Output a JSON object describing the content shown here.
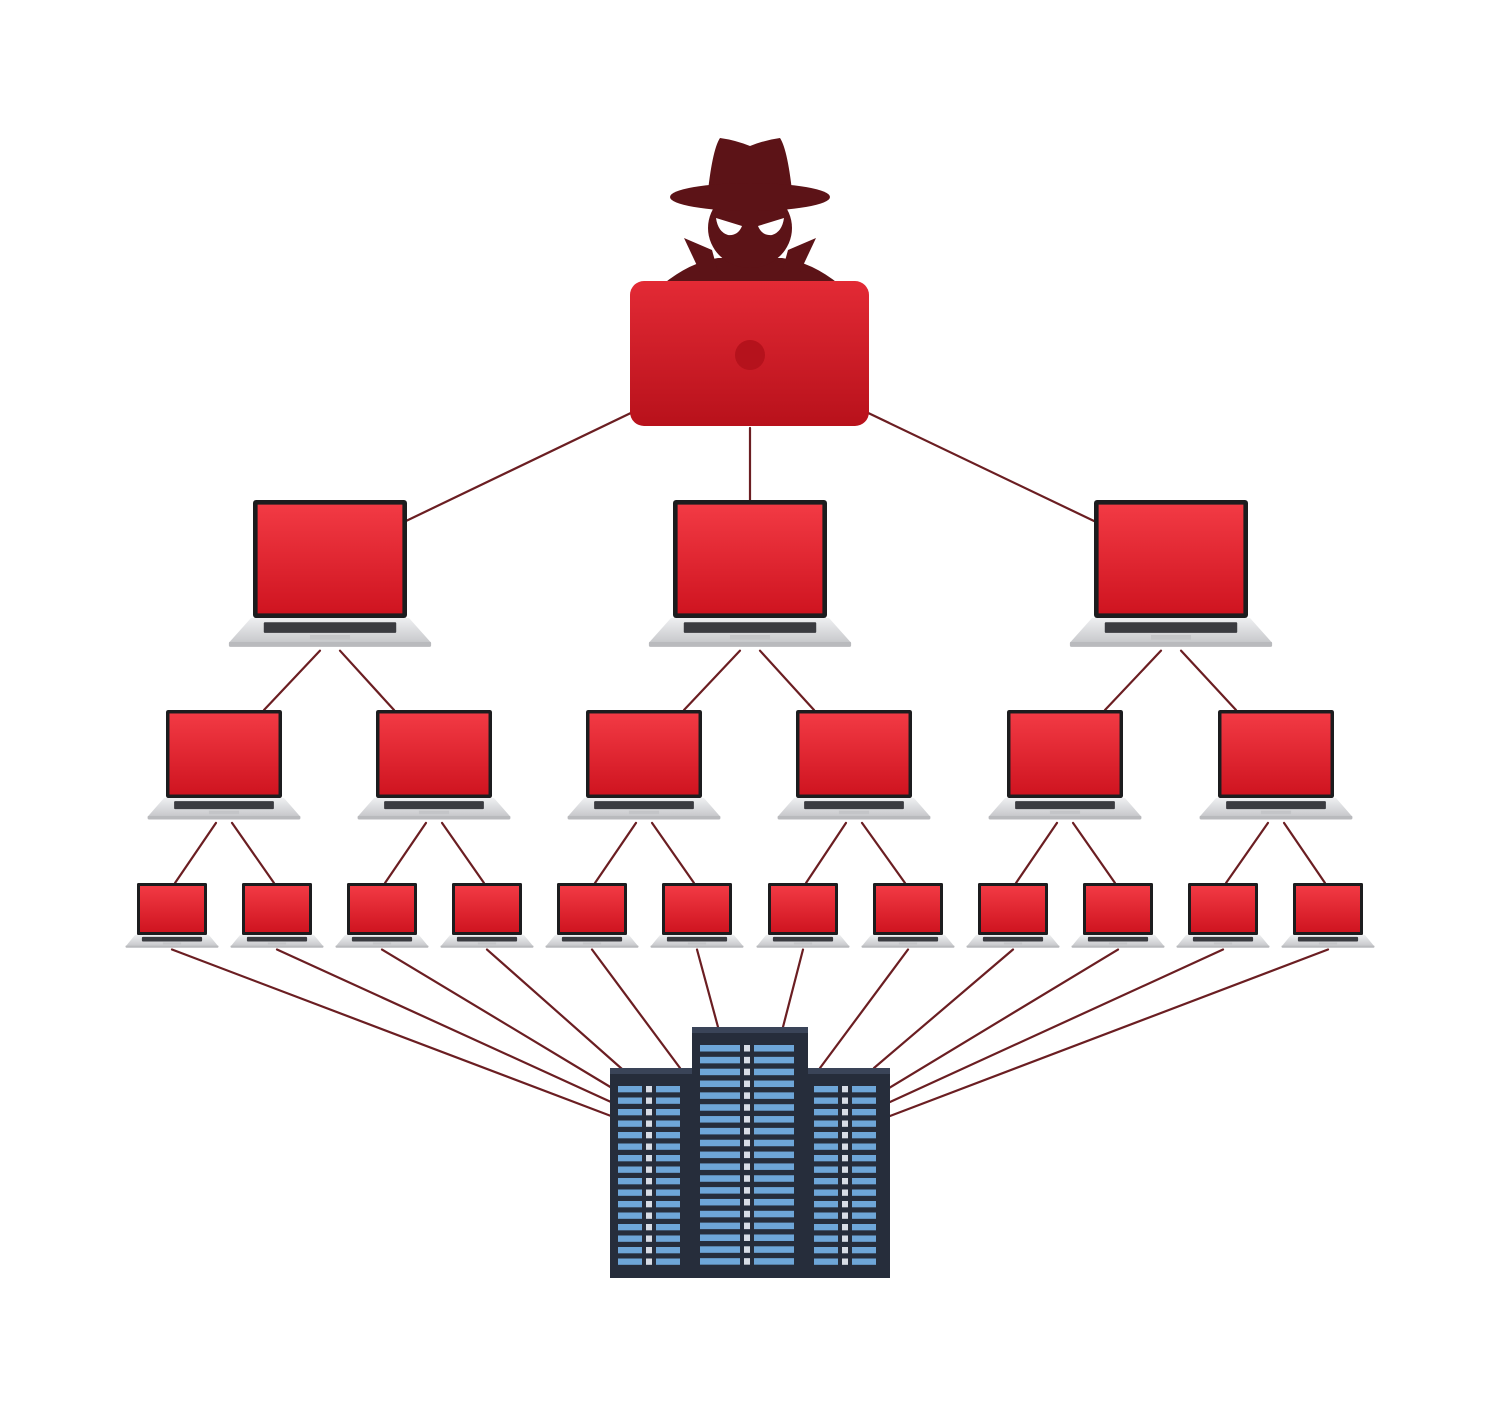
{
  "diagram": {
    "type": "botnet-hierarchy",
    "colors": {
      "background": "#ffffff",
      "link": "#6b1e22",
      "hacker": "#5c1317",
      "hacker_eyes": "#ffffff",
      "attacker_laptop": "#d81e2a",
      "attacker_laptop_dark": "#b5121c",
      "bot_screen": "#e3202b",
      "bot_screen_light": "#f0323c",
      "bot_bezel": "#1c1c1e",
      "bot_base": "#d9dadc",
      "keyboard": "#3a3b40",
      "server_body": "#262d3b",
      "server_light": "#6ea6d8",
      "server_port": "#d8dde6"
    },
    "nodes": {
      "attacker": {
        "icon": "hacker-with-hat-icon",
        "device": "laptop-back-icon"
      },
      "tier1": {
        "count": 3,
        "icon": "laptop-icon"
      },
      "tier2": {
        "count": 6,
        "icon": "laptop-icon"
      },
      "tier3": {
        "count": 12,
        "icon": "laptop-icon"
      },
      "target": {
        "icon": "server-rack-icon"
      }
    },
    "links": {
      "attacker_to_tier1": [
        [
          0,
          0
        ],
        [
          0,
          1
        ],
        [
          0,
          2
        ]
      ],
      "tier1_to_tier2": [
        [
          0,
          0
        ],
        [
          0,
          1
        ],
        [
          1,
          2
        ],
        [
          1,
          3
        ],
        [
          2,
          4
        ],
        [
          2,
          5
        ]
      ],
      "tier2_to_tier3": [
        [
          0,
          0
        ],
        [
          0,
          1
        ],
        [
          1,
          2
        ],
        [
          1,
          3
        ],
        [
          2,
          4
        ],
        [
          2,
          5
        ],
        [
          3,
          6
        ],
        [
          3,
          7
        ],
        [
          4,
          8
        ],
        [
          4,
          9
        ],
        [
          5,
          10
        ],
        [
          5,
          11
        ]
      ],
      "tier3_to_target": [
        0,
        1,
        2,
        3,
        4,
        5,
        6,
        7,
        8,
        9,
        10,
        11
      ]
    }
  }
}
